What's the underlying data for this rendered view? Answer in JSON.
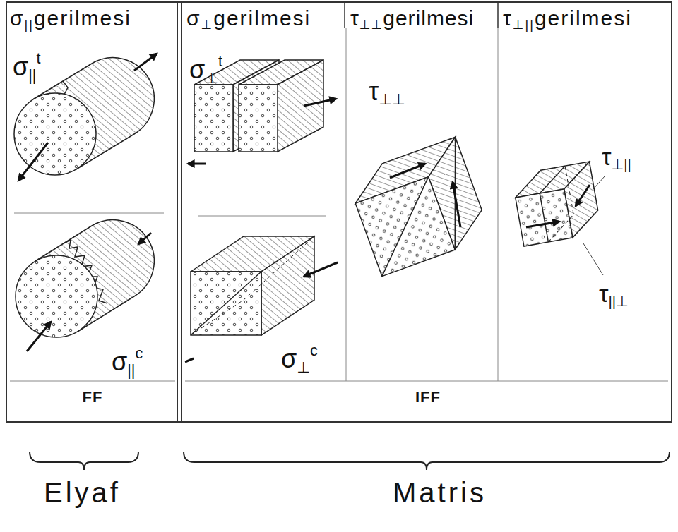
{
  "diagram": {
    "nodes": [
      {
        "text": [
          "σ||gerilmesi",
          "σ||t",
          "σ||c"
        ]
      },
      {
        "text": [
          "σ⊥gerilmesi",
          "σ⊥t",
          "σ⊥c"
        ]
      },
      {
        "text": [
          "τ⊥⊥gerilmesi",
          "τ⊥⊥"
        ]
      },
      {
        "text": [
          "τ⊥||gerilmesi",
          "τ⊥||",
          "τ||⊥"
        ]
      },
      {
        "text": [
          "FF"
        ]
      },
      {
        "text": [
          "IFF"
        ]
      }
    ],
    "labels": [
      "Elyaf",
      "Matris"
    ]
  }
}
